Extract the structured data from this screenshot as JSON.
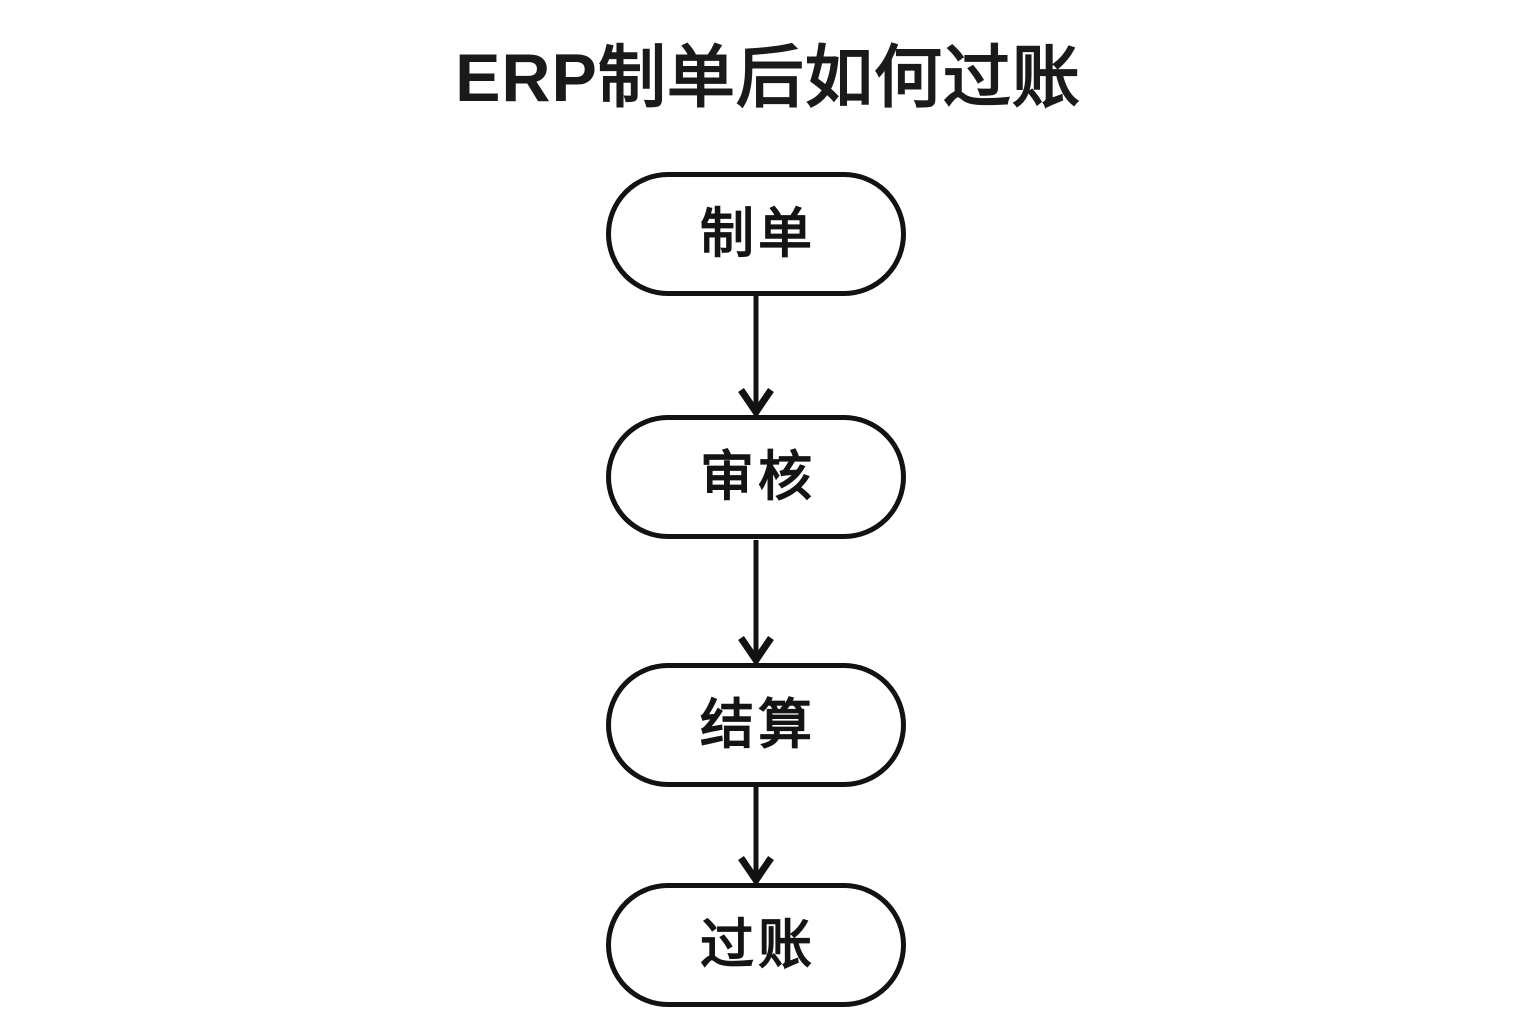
{
  "page": {
    "background_color": "#ffffff",
    "ink_color": "#121212"
  },
  "title": {
    "text": "ERP制单后如何过账"
  },
  "flowchart": {
    "type": "flowchart",
    "orientation": "vertical-top-to-bottom",
    "node_shape": "stadium",
    "node_fill": "#ffffff",
    "node_stroke": "#121212",
    "nodes": [
      {
        "id": "n1",
        "label": "制单"
      },
      {
        "id": "n2",
        "label": "审核"
      },
      {
        "id": "n3",
        "label": "结算"
      },
      {
        "id": "n4",
        "label": "过账"
      }
    ],
    "edges": [
      {
        "id": "e1",
        "from": "制单",
        "to": "审核",
        "arrow": "open-v-arrowhead"
      },
      {
        "id": "e2",
        "from": "审核",
        "to": "结算",
        "arrow": "open-v-arrowhead"
      },
      {
        "id": "e3",
        "from": "结算",
        "to": "过账",
        "arrow": "open-v-arrowhead"
      }
    ]
  }
}
